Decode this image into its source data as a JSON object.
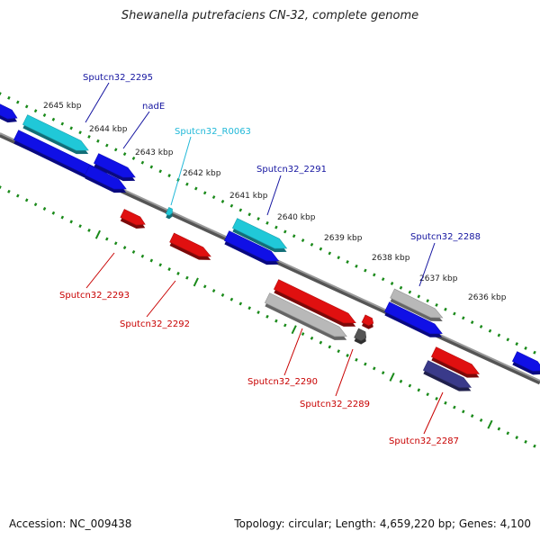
{
  "title": "Shewanella putrefaciens CN-32, complete genome",
  "footer": {
    "accession": "Accession: NC_009438",
    "summary": "Topology: circular; Length: 4,659,220 bp; Genes: 4,100"
  },
  "colors": {
    "gene_forward": "#1010e6",
    "gene_reverse": "#e01010",
    "rna": "#20c8d8",
    "pseudo": "#b8b8b8",
    "dark_gene": "#3a3a8a",
    "small_dark": "#555555",
    "backbone": "#777777",
    "ticks": "#1a8a1a",
    "label_forward": "#1414a0",
    "label_reverse": "#c80000",
    "label_rna": "#20b8d8"
  },
  "kbp_ticks": [
    "2645 kbp",
    "2644 kbp",
    "2643 kbp",
    "2642 kbp",
    "2641 kbp",
    "2640 kbp",
    "2639 kbp",
    "2638 kbp",
    "2637 kbp",
    "2636 kbp"
  ],
  "gene_labels": [
    {
      "id": "l2295",
      "text": "Sputcn32_2295",
      "strand": "forward"
    },
    {
      "id": "lnadE",
      "text": "nadE",
      "strand": "forward"
    },
    {
      "id": "lR0063",
      "text": "Sputcn32_R0063",
      "strand": "rna"
    },
    {
      "id": "l2291",
      "text": "Sputcn32_2291",
      "strand": "forward"
    },
    {
      "id": "l2288",
      "text": "Sputcn32_2288",
      "strand": "forward"
    },
    {
      "id": "l2293",
      "text": "Sputcn32_2293",
      "strand": "reverse"
    },
    {
      "id": "l2292",
      "text": "Sputcn32_2292",
      "strand": "reverse"
    },
    {
      "id": "l2290",
      "text": "Sputcn32_2290",
      "strand": "reverse"
    },
    {
      "id": "l2289",
      "text": "Sputcn32_2289",
      "strand": "reverse"
    },
    {
      "id": "l2287",
      "text": "Sputcn32_2287",
      "strand": "reverse"
    }
  ]
}
